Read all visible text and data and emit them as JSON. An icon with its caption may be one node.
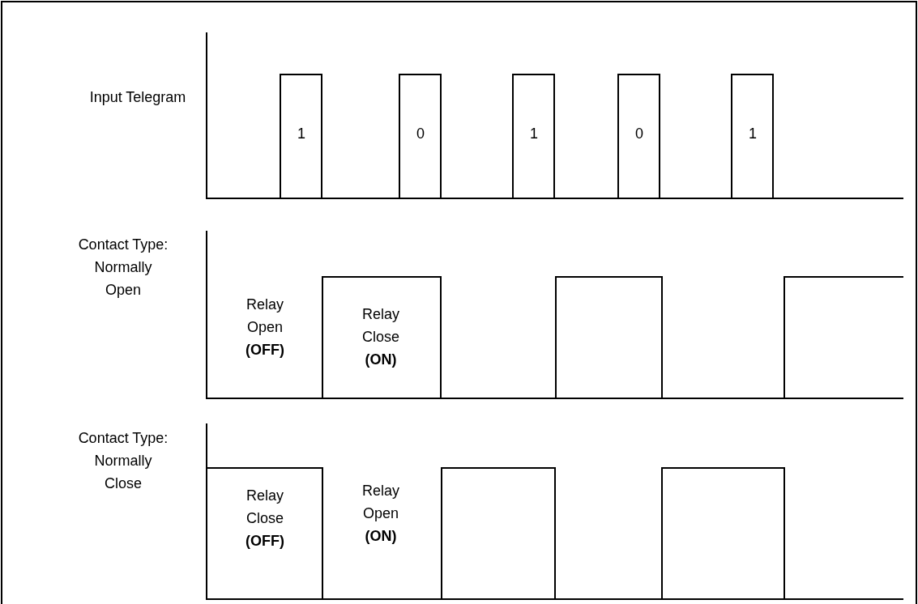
{
  "diagram": {
    "labels": [
      "Input Telegram",
      "1",
      "0",
      "1",
      "0",
      "1",
      "Contact Type: Normally Open",
      "Relay Open **(OFF)**",
      "Relay Close **(ON)**",
      "Contact Type: Normally Close",
      "Relay Close **(OFF)**",
      "Relay Open **(ON)**"
    ]
  }
}
